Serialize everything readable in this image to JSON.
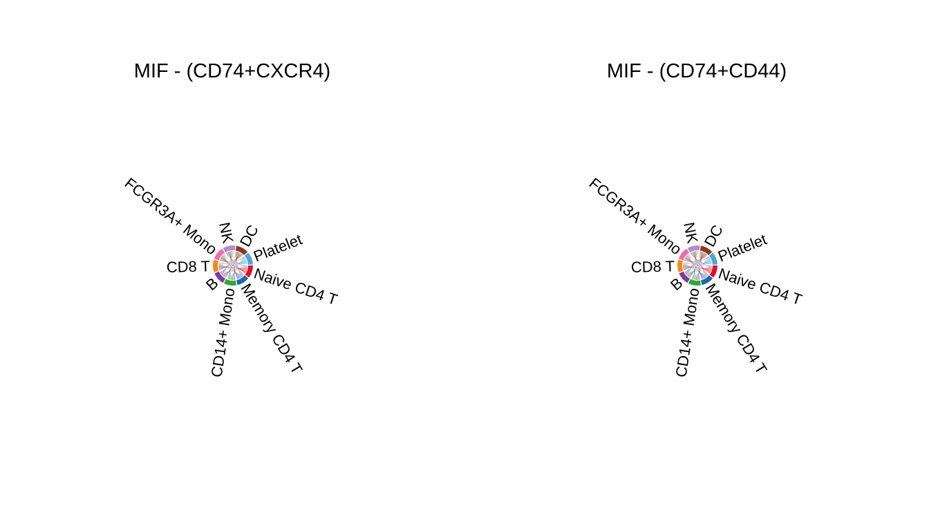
{
  "figure": {
    "panels": [
      {
        "title": "MIF - (CD74+CXCR4)",
        "sectors": [
          {
            "name": "DC",
            "color": "#8B3A20"
          },
          {
            "name": "Platelet",
            "color": "#4DA3DE"
          },
          {
            "name": "Naive CD4 T",
            "color": "#E0102B"
          },
          {
            "name": "Memory CD4 T",
            "color": "#2166AC"
          },
          {
            "name": "CD14+ Mono",
            "color": "#36A33A"
          },
          {
            "name": "B",
            "color": "#7B3F98"
          },
          {
            "name": "CD8 T",
            "color": "#F28A1D"
          },
          {
            "name": "FCGR3A+ Mono",
            "color": "#F06BB0"
          },
          {
            "name": "NK",
            "color": "#B48CC8"
          }
        ]
      },
      {
        "title": "MIF - (CD74+CD44)",
        "sectors": [
          {
            "name": "DC",
            "color": "#8B3A20"
          },
          {
            "name": "Platelet",
            "color": "#4DA3DE"
          },
          {
            "name": "Naive CD4 T",
            "color": "#E0102B"
          },
          {
            "name": "Memory CD4 T",
            "color": "#2166AC"
          },
          {
            "name": "CD14+ Mono",
            "color": "#36A33A"
          },
          {
            "name": "B",
            "color": "#7B3F98"
          },
          {
            "name": "CD8 T",
            "color": "#F28A1D"
          },
          {
            "name": "FCGR3A+ Mono",
            "color": "#F06BB0"
          },
          {
            "name": "NK",
            "color": "#B48CC8"
          }
        ]
      }
    ]
  }
}
